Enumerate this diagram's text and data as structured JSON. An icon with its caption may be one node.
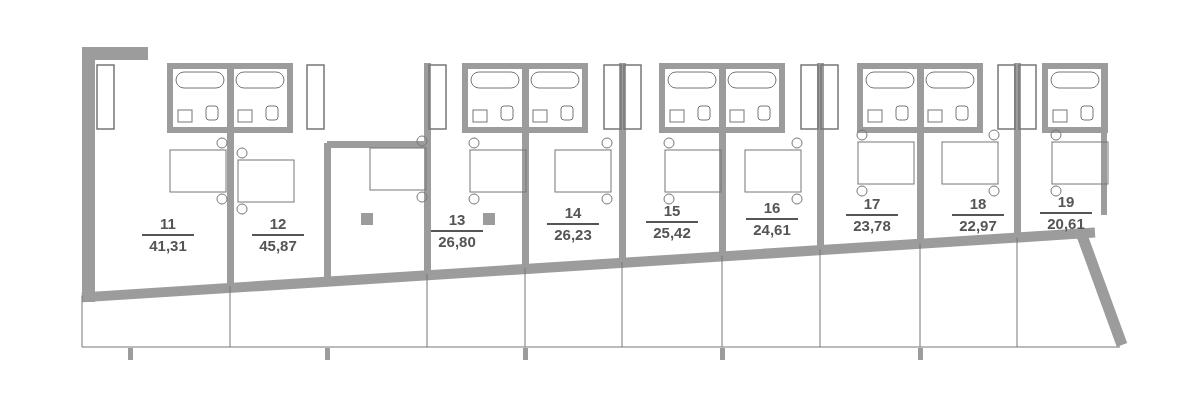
{
  "diagram": {
    "labels": [
      "11",
      "41,31",
      "12",
      "45,87",
      "13",
      "26,80",
      "14",
      "26,23",
      "15",
      "25,42",
      "16",
      "24,61",
      "17",
      "23,78",
      "18",
      "22,97",
      "19",
      "20,61"
    ]
  }
}
